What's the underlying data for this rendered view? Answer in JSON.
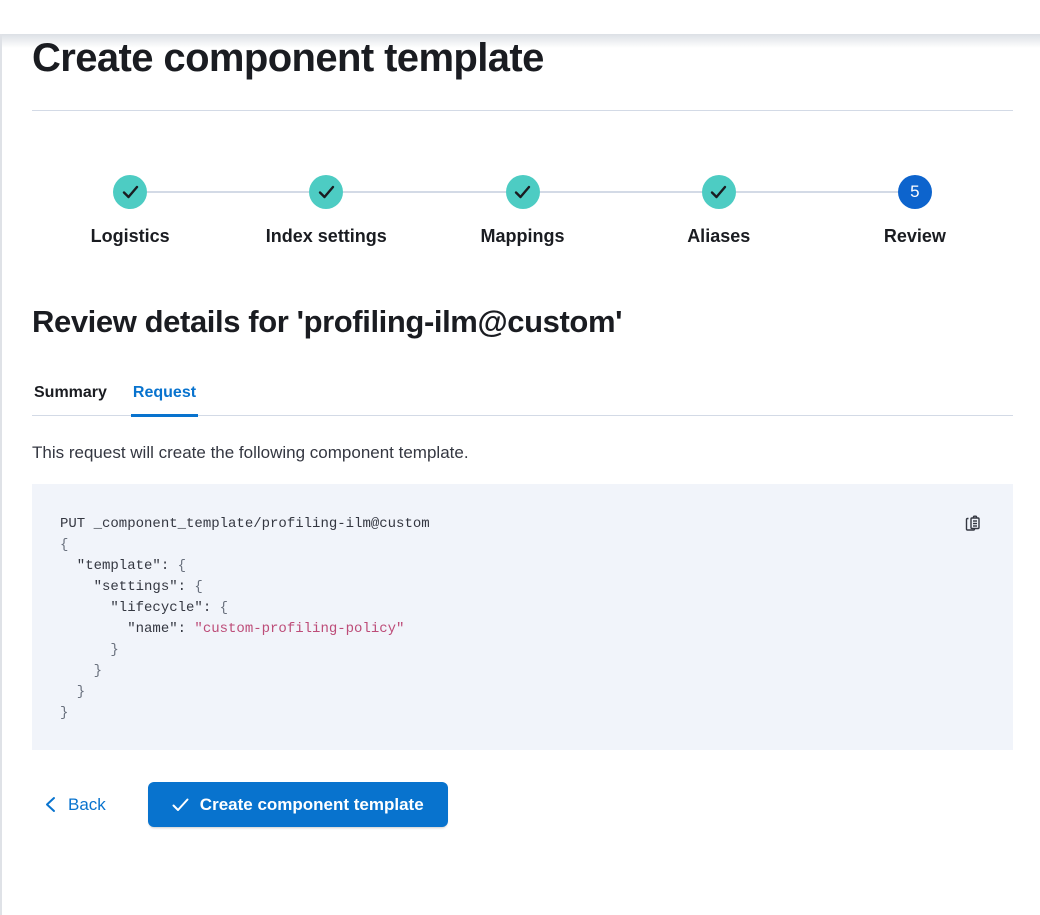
{
  "page": {
    "title": "Create component template"
  },
  "stepper": {
    "steps": [
      {
        "label": "Logistics",
        "status": "complete"
      },
      {
        "label": "Index settings",
        "status": "complete"
      },
      {
        "label": "Mappings",
        "status": "complete"
      },
      {
        "label": "Aliases",
        "status": "complete"
      },
      {
        "label": "Review",
        "status": "current",
        "number": "5"
      }
    ]
  },
  "review": {
    "heading": "Review details for 'profiling-ilm@custom'",
    "tabs": [
      {
        "label": "Summary",
        "active": false
      },
      {
        "label": "Request",
        "active": true
      }
    ],
    "description": "This request will create the following component template."
  },
  "code_block": {
    "copy_icon": "copy-clipboard-icon",
    "lines": [
      [
        {
          "t": "PUT _component_template/profiling-ilm@custom",
          "c": "def"
        }
      ],
      [
        {
          "t": "{",
          "c": "pun"
        }
      ],
      [
        {
          "t": "  \"template\": ",
          "c": "def"
        },
        {
          "t": "{",
          "c": "pun"
        }
      ],
      [
        {
          "t": "    \"settings\": ",
          "c": "def"
        },
        {
          "t": "{",
          "c": "pun"
        }
      ],
      [
        {
          "t": "      \"lifecycle\": ",
          "c": "def"
        },
        {
          "t": "{",
          "c": "pun"
        }
      ],
      [
        {
          "t": "        \"name\": ",
          "c": "def"
        },
        {
          "t": "\"custom-profiling-policy\"",
          "c": "str"
        }
      ],
      [
        {
          "t": "      }",
          "c": "pun"
        }
      ],
      [
        {
          "t": "    }",
          "c": "pun"
        }
      ],
      [
        {
          "t": "  }",
          "c": "pun"
        }
      ],
      [
        {
          "t": "}",
          "c": "pun"
        }
      ]
    ]
  },
  "footer": {
    "back_label": "Back",
    "create_label": "Create component template"
  },
  "colors": {
    "primary": "#0873ce",
    "step_complete": "#4dccc3",
    "step_current": "#0d64cd",
    "code_background": "#f1f4fa",
    "code_string": "#bd4c78",
    "divider": "#d3dae6"
  }
}
